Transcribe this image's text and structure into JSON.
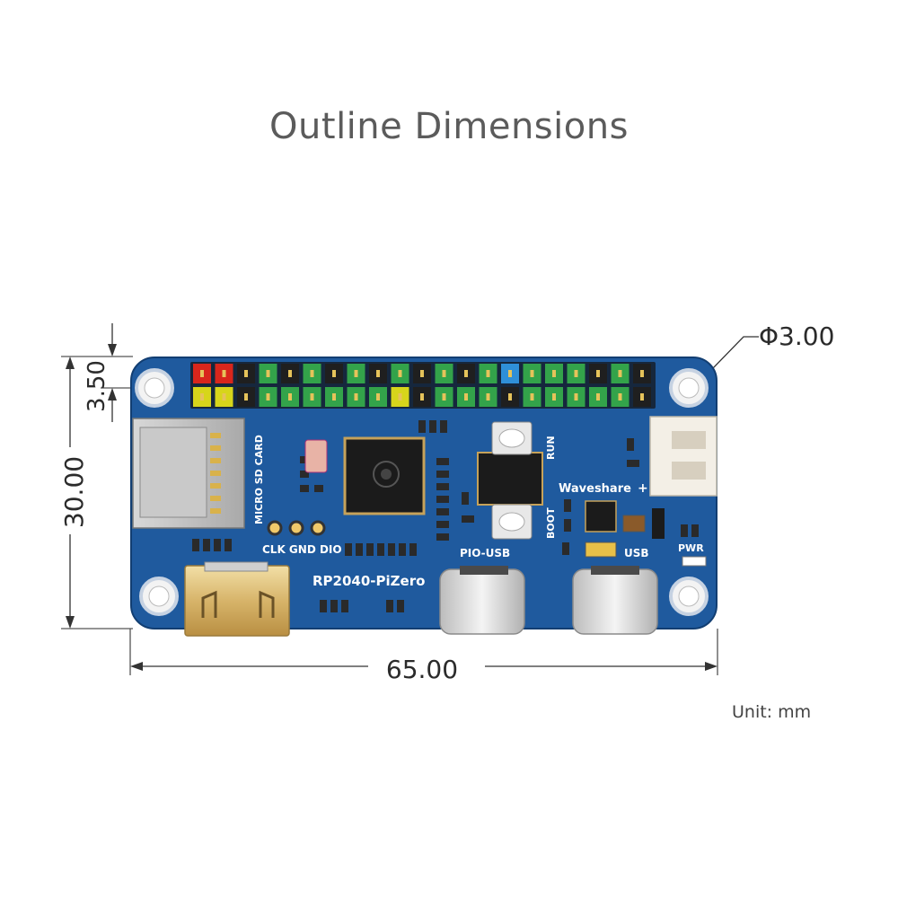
{
  "title": "Outline Dimensions",
  "unit_note": "Unit: mm",
  "dimensions": {
    "width": "65.00",
    "height": "30.00",
    "hole_offset": "3.50",
    "hole_diameter": "Φ3.00"
  },
  "board": {
    "name": "RP2040-PiZero",
    "brand": "Waveshare",
    "silkscreen": {
      "micro_sd": "MICRO SD CARD",
      "swd": "CLK GND DIO",
      "pio_usb": "PIO-USB",
      "usb": "USB",
      "boot": "BOOT",
      "run": "RUN",
      "pwr": "PWR",
      "plus": "+"
    },
    "color": "#1f5a9e"
  },
  "header_pin_colors": {
    "top": [
      "red",
      "red",
      "black",
      "green",
      "black",
      "green",
      "black",
      "green",
      "black",
      "green",
      "black",
      "green",
      "black",
      "green",
      "blue",
      "green",
      "green",
      "green",
      "black",
      "green",
      "black"
    ],
    "bottom": [
      "yellow",
      "yellow",
      "black",
      "green",
      "green",
      "green",
      "green",
      "green",
      "green",
      "yellow",
      "black",
      "green",
      "green",
      "green",
      "black",
      "green",
      "green",
      "green",
      "green",
      "green",
      "black"
    ]
  }
}
